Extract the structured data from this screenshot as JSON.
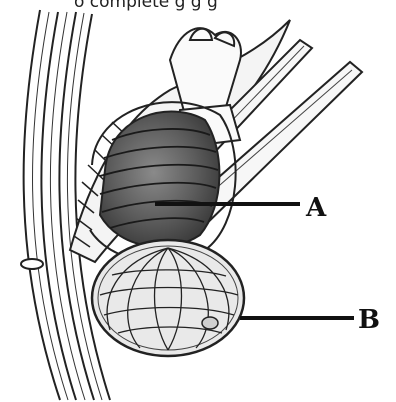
{
  "diagram": {
    "caption_fragment": "o complete g g g",
    "labels": {
      "a": "A",
      "b": "B"
    }
  }
}
